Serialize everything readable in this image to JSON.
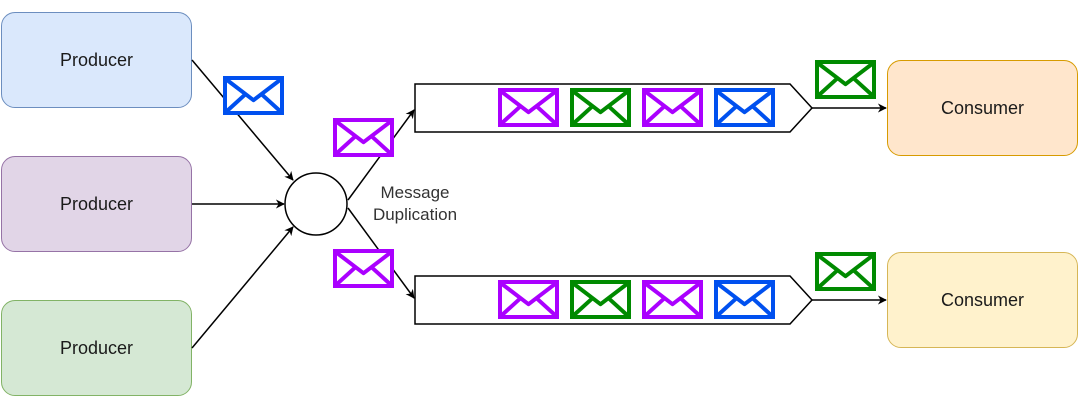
{
  "producers": [
    {
      "label": "Producer",
      "fill": "#dae8fc",
      "stroke": "#6c8ebf"
    },
    {
      "label": "Producer",
      "fill": "#e1d5e7",
      "stroke": "#9673a6"
    },
    {
      "label": "Producer",
      "fill": "#d5e8d4",
      "stroke": "#82b366"
    }
  ],
  "consumers": [
    {
      "label": "Consumer",
      "fill": "#ffe6cc",
      "stroke": "#d79b00"
    },
    {
      "label": "Consumer",
      "fill": "#fff2cc",
      "stroke": "#d6b656"
    }
  ],
  "duplication_label": {
    "line1": "Message",
    "line2": "Duplication"
  },
  "colors": {
    "message_blue": "#0050ef",
    "message_purple": "#aa00ff",
    "message_green": "#008a00",
    "line": "#000000"
  },
  "incoming_messages": [
    "blue"
  ],
  "queues": [
    {
      "messages": [
        "purple",
        "green",
        "purple",
        "blue"
      ],
      "incoming": "purple",
      "delivered": "green"
    },
    {
      "messages": [
        "purple",
        "green",
        "purple",
        "blue"
      ],
      "incoming": "purple",
      "delivered": "green"
    }
  ]
}
